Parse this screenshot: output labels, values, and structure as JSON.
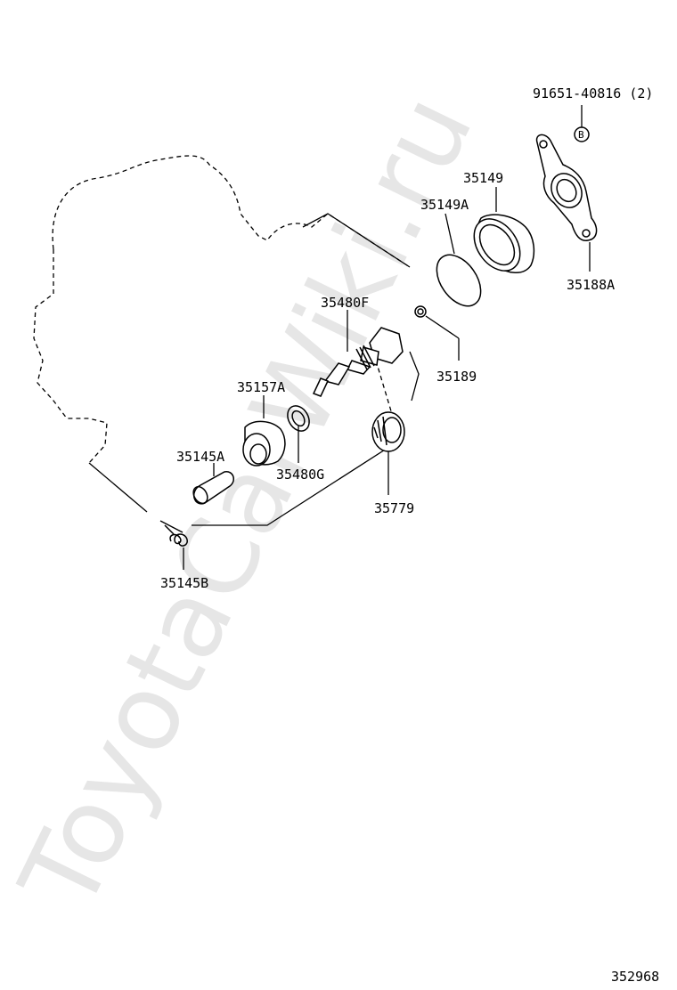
{
  "diagram": {
    "figure_number": "352968",
    "watermark": "ToyotaCarWiki.ru",
    "parts": [
      {
        "id": "bolt",
        "label": "91651-40816 (2)",
        "symbol": "B"
      },
      {
        "id": "bracket",
        "label": "35188A"
      },
      {
        "id": "sleeve",
        "label": "35149"
      },
      {
        "id": "o-ring-large",
        "label": "35149A"
      },
      {
        "id": "clip",
        "label": "35189"
      },
      {
        "id": "driven-gear-shaft",
        "label": "35480F"
      },
      {
        "id": "driven-gear",
        "label": "35779"
      },
      {
        "id": "seal",
        "label": "35157A"
      },
      {
        "id": "washer",
        "label": "35480G"
      },
      {
        "id": "pin",
        "label": "35145A"
      },
      {
        "id": "spring",
        "label": "35145B"
      }
    ]
  }
}
